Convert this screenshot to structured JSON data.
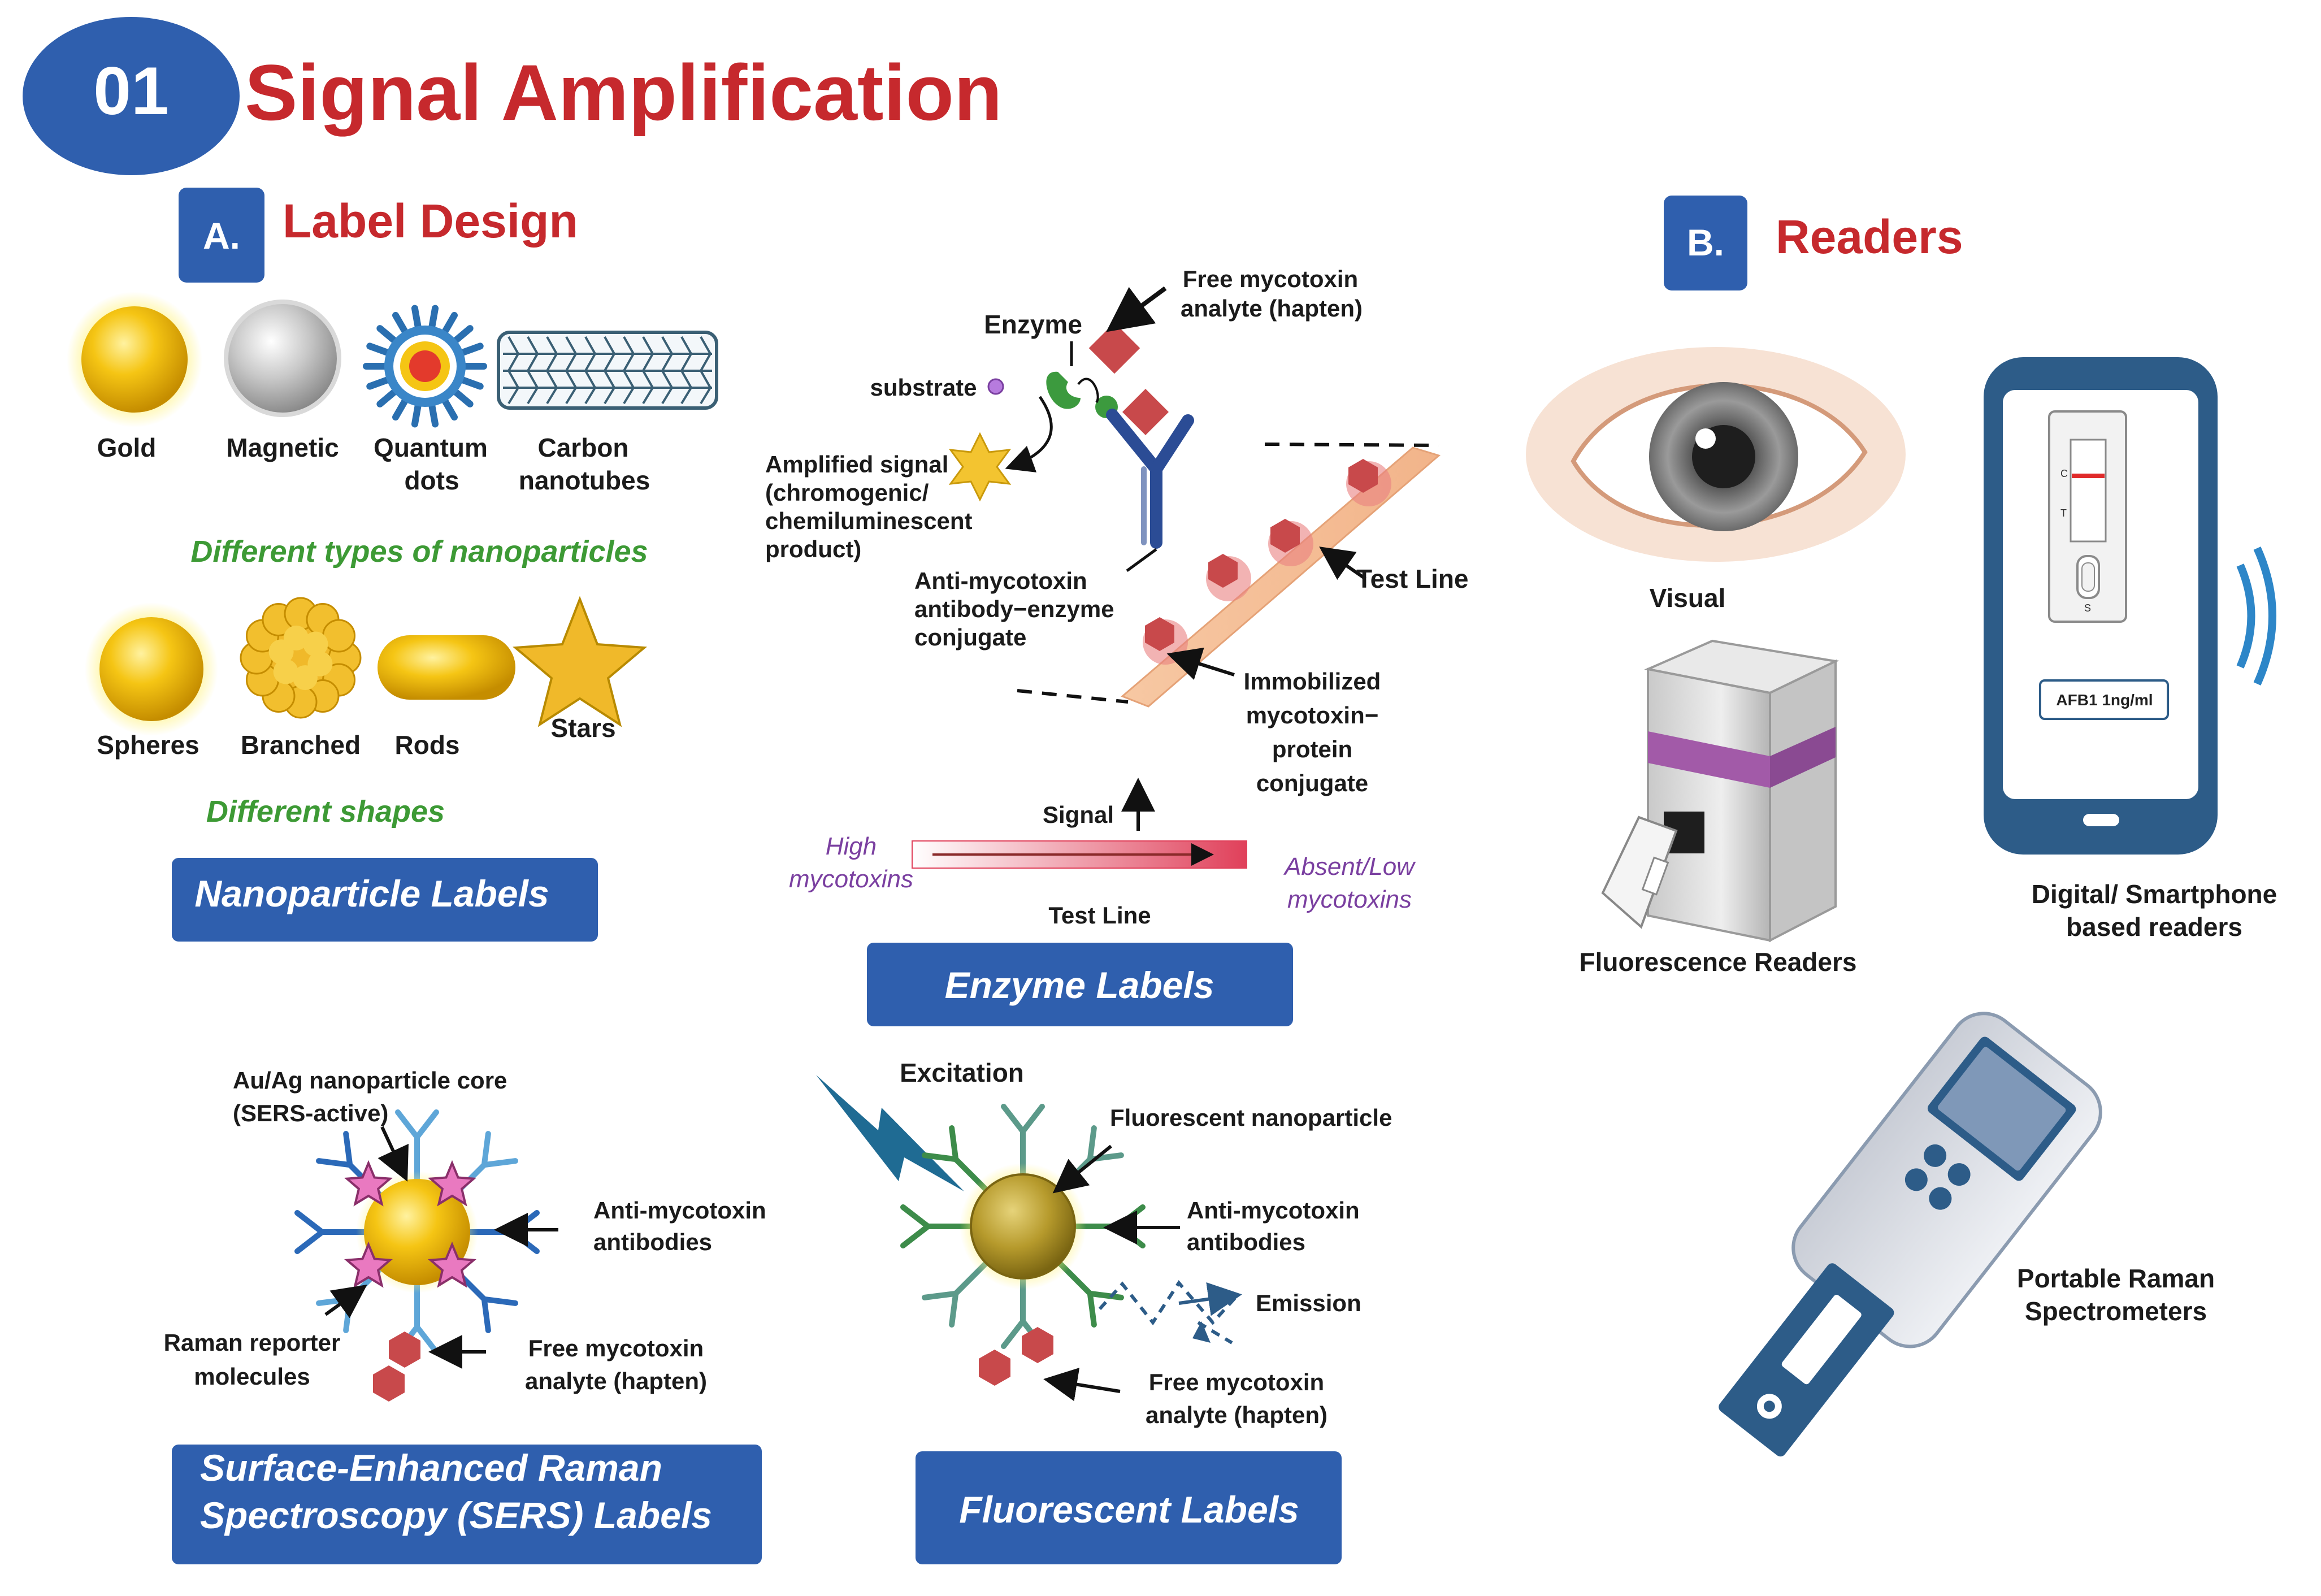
{
  "header": {
    "number": "01",
    "title": "Signal Amplification"
  },
  "section_a": {
    "letter": "A.",
    "title": "Label Design"
  },
  "section_b": {
    "letter": "B.",
    "title": "Readers"
  },
  "nanoparticles": {
    "types": [
      "Gold",
      "Magnetic",
      "Quantum",
      "dots",
      "Carbon",
      "nanotubes"
    ],
    "types_caption": "Different types of nanoparticles",
    "shapes": [
      "Spheres",
      "Branched",
      "Rods",
      "Stars"
    ],
    "shapes_caption": "Different shapes",
    "box": "Nanoparticle Labels"
  },
  "enzyme": {
    "free_mycotoxin": [
      "Free mycotoxin",
      "analyte (hapten)"
    ],
    "enzyme": "Enzyme",
    "substrate": "substrate",
    "amplified": [
      "Amplified signal",
      "(chromogenic/",
      "chemiluminescent",
      "product)"
    ],
    "antibody": [
      "Anti-mycotoxin",
      "antibody−enzyme",
      "conjugate"
    ],
    "test_line": "Test Line",
    "immobilized": [
      "Immobilized",
      "mycotoxin−",
      "protein",
      "conjugate"
    ],
    "signal": "Signal",
    "high": [
      "High",
      "mycotoxins"
    ],
    "absent": [
      "Absent/Low",
      "mycotoxins"
    ],
    "test_line_bottom": "Test Line",
    "box": "Enzyme Labels"
  },
  "sers": {
    "core": [
      "Au/Ag nanoparticle core",
      "(SERS-active)"
    ],
    "antibodies": [
      "Anti-mycotoxin",
      "antibodies"
    ],
    "reporter": [
      "Raman reporter",
      "molecules"
    ],
    "free": [
      "Free mycotoxin",
      "analyte (hapten)"
    ],
    "box": [
      "Surface-Enhanced Raman",
      "Spectroscopy (SERS) Labels"
    ]
  },
  "fluorescent": {
    "excitation": "Excitation",
    "nanoparticle": "Fluorescent nanoparticle",
    "antibodies": [
      "Anti-mycotoxin",
      "antibodies"
    ],
    "emission": "Emission",
    "free": [
      "Free mycotoxin",
      "analyte (hapten)"
    ],
    "box": "Fluorescent Labels"
  },
  "readers": {
    "visual": "Visual",
    "fluorescence": "Fluorescence Readers",
    "smartphone": [
      "Digital/ Smartphone",
      "based readers"
    ],
    "strip_c": "C",
    "strip_t": "T",
    "strip_s": "S",
    "screen_result": "AFB1 1ng/ml",
    "raman": [
      "Portable Raman",
      "Spectrometers"
    ]
  },
  "colors": {
    "accent_blue": "#2f5fae",
    "title_red": "#c6292d",
    "caption_green": "#3d9a35",
    "caption_purple": "#7a3fa0"
  }
}
